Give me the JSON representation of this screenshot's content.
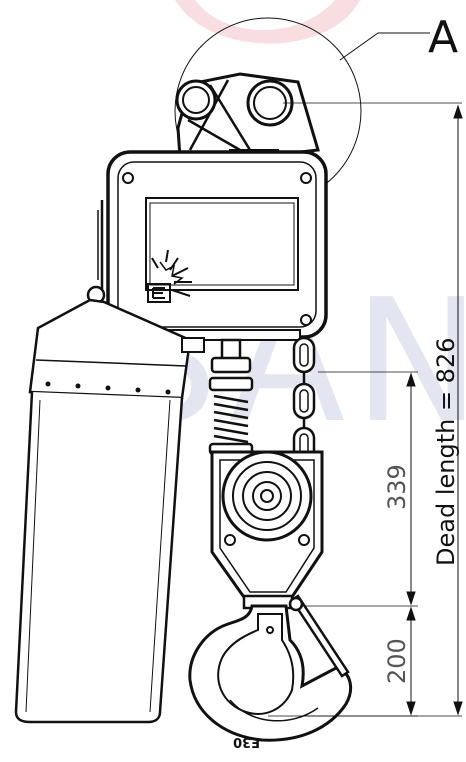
{
  "drawing": {
    "detail_label": "A",
    "dimension_339": "339",
    "dimension_200": "200",
    "dead_length_label": "Dead length = 826",
    "hook_mark": "F30"
  },
  "watermark": {
    "text": "SAN",
    "color": "#c9cde3",
    "accent_color": "#f3c3c8"
  },
  "colors": {
    "line": "#111111",
    "background": "#ffffff"
  }
}
